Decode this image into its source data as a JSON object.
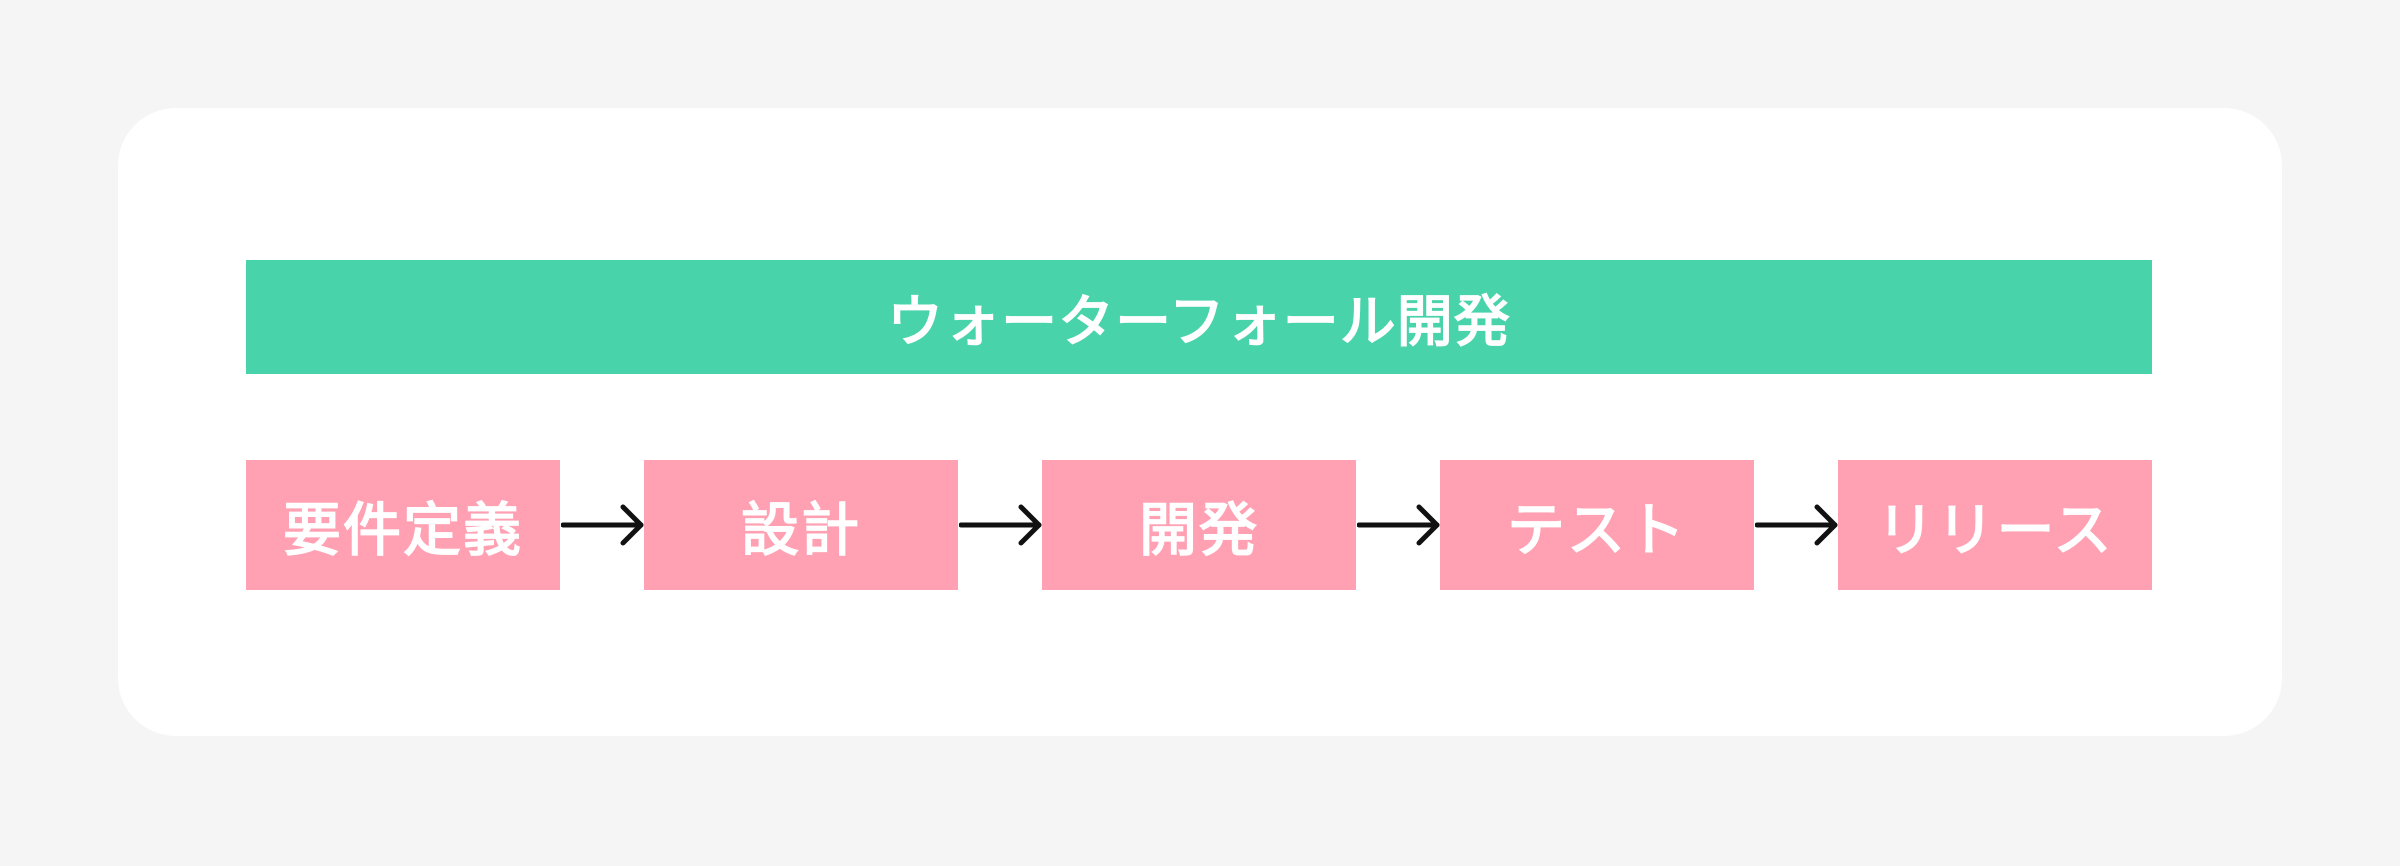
{
  "colors": {
    "background": "#f5f5f5",
    "card": "#ffffff",
    "header": "#48d3aa",
    "step": "#ffa1b3",
    "arrow": "#111111",
    "label": "#ffffff"
  },
  "header": {
    "title": "ウォーターフォール開発"
  },
  "steps": [
    {
      "label": "要件定義"
    },
    {
      "label": "設計"
    },
    {
      "label": "開発"
    },
    {
      "label": "テスト"
    },
    {
      "label": "リリース"
    }
  ]
}
